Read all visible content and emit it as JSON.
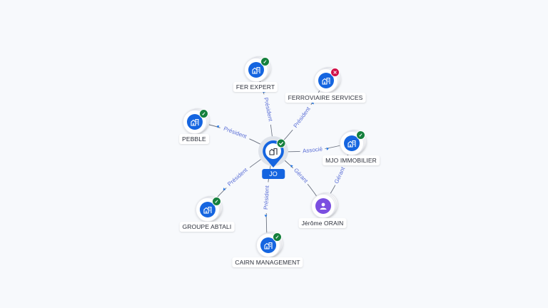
{
  "center": {
    "label": "JO",
    "icon": "company-icon",
    "status": "active",
    "color": "#1565e0"
  },
  "nodes": [
    {
      "id": "fer-expert",
      "label": "FER EXPERT",
      "type": "company",
      "status": "active"
    },
    {
      "id": "ferroviaire-services",
      "label": "FERROVIAIRE SERVICES",
      "type": "company",
      "status": "closed"
    },
    {
      "id": "pebble",
      "label": "PEBBLE",
      "type": "company",
      "status": "active"
    },
    {
      "id": "mjo-immobilier",
      "label": "MJO IMMOBILIER",
      "type": "company",
      "status": "active"
    },
    {
      "id": "jerome-orain",
      "label": "Jérôme ORAIN",
      "type": "person",
      "status": "none"
    },
    {
      "id": "groupe-abtali",
      "label": "GROUPE ABTALI",
      "type": "company",
      "status": "active"
    },
    {
      "id": "cairn-management",
      "label": "CAIRN MANAGEMENT",
      "type": "company",
      "status": "active"
    }
  ],
  "edges": [
    {
      "from": "center",
      "to": "fer-expert",
      "label": "Président"
    },
    {
      "from": "center",
      "to": "ferroviaire-services",
      "label": "Président"
    },
    {
      "from": "center",
      "to": "pebble",
      "label": "Président"
    },
    {
      "from": "center",
      "to": "mjo-immobilier",
      "label": "Associé"
    },
    {
      "from": "jerome-orain",
      "to": "center",
      "label": "Gérant"
    },
    {
      "from": "jerome-orain",
      "to": "mjo-immobilier",
      "label": "Gérant"
    },
    {
      "from": "center",
      "to": "groupe-abtali",
      "label": "Président"
    },
    {
      "from": "center",
      "to": "cairn-management",
      "label": "Président"
    }
  ],
  "colors": {
    "company": "#1565e0",
    "person": "#7b4fe0",
    "active": "#15803d",
    "closed": "#d11149",
    "edge_label": "#5b6fd6"
  }
}
